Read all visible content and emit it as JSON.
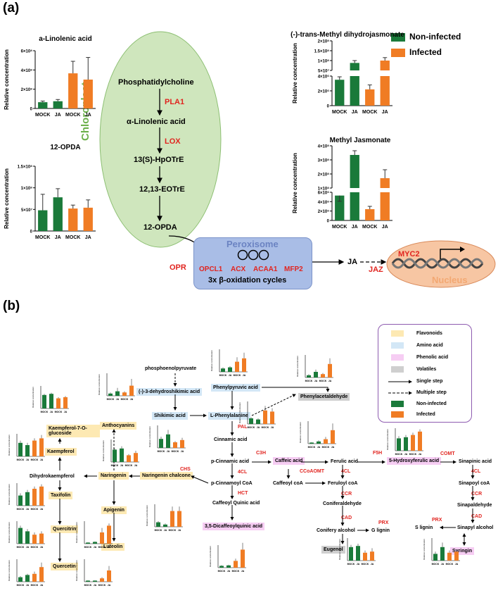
{
  "panel_a_label": "(a)",
  "panel_b_label": "(b)",
  "colors": {
    "non_infected": "#1a7a3a",
    "infected": "#f07c24",
    "chloroplast_fill": "#cfe6bd",
    "peroxisome_fill": "#a9bde6",
    "nucleus_fill": "#f7c6a3",
    "enzyme_red": "#e1241f"
  },
  "legend_a": {
    "non_infected": "Non-infected",
    "infected": "Infected"
  },
  "chloroplast": {
    "label": "Chloroplast",
    "steps": [
      "Phosphatidylcholine",
      "α-Linolenic acid",
      "13(S)-HpOTrE",
      "12,13-EOTrE",
      "12-OPDA"
    ],
    "enzymes": [
      "PLA1",
      "LOX"
    ]
  },
  "peroxisome": {
    "label": "Peroxisome",
    "enzymes": [
      "OPCL1",
      "ACX",
      "ACAA1",
      "MFP2"
    ],
    "cycles": "3x β-oxidation cycles"
  },
  "opr": "OPR",
  "ja": "JA",
  "jaz": "JAZ",
  "nucleus": {
    "label": "Nucleus",
    "myc2": "MYC2"
  },
  "axis_label": "Relative concentration",
  "legend_b": {
    "flavonoids": "Flavonoids",
    "amino_acid": "Amino acid",
    "phenolic_acid": "Phenolic acid",
    "volatiles": "Volatiles",
    "single_step": "Single step",
    "multiple_step": "Multiple step",
    "non_infected": "Non-infected",
    "infected": "Infected"
  },
  "pathway_b": {
    "pep": "phosphoenolpyruvate",
    "dhs": "(-)-3-dehydroshikimic acid",
    "shikimic": "Shikimic acid",
    "phenylpyruvic": "Phenylpyruvic acid",
    "phenylalanine": "L-Phenylalanine",
    "phenylacetaldehyde": "Phenylacetaldehyde",
    "cinnamic": "Cinnamic acid",
    "pcinnamic": "p-Cinnamic acid",
    "pcinnamoyl": "p-Cinnamoyl CoA",
    "caffeoylquinic": "Caffeoyl Quinic acid",
    "dicaffeoyl": "3,5-Dicaffeoylquinic acid",
    "caffeic": "Caffeic acid",
    "caffeoylcoa": "Caffeoyl coA",
    "ferulic": "Ferulic acid",
    "feruloyl": "Feruloyl coA",
    "coniferaldehyde": "Coniferaldehyde",
    "conifery_alcohol": "Conifery alcohol",
    "g_lignin": "G lignin",
    "eugenol": "Eugenol",
    "hydroxyferulic": "5-Hydroxyferulic acid",
    "sinapinic": "Sinapinic acid",
    "sinapoyl": "Sinapoyl coA",
    "sinapaldehyde": "Sinapaldehyde",
    "sinapyl": "Sinapyl alcohol",
    "s_lignin": "S lignin",
    "syringin": "Syringin",
    "anthocyanins": "Anthocyanins",
    "kaempferol7": "Kaempferol-7-O-glucoside",
    "kaempferol": "Kaempferol",
    "dihydrokaempferol": "Dihydrokaempferol",
    "naringenin": "Naringenin",
    "naringenin_chalcone": "Naringenin chalcone",
    "taxifolin": "Taxifolin",
    "quercitrin": "Quercitrin",
    "quercetin": "Quercetin",
    "apigenin": "Apigenin",
    "luteolin": "Luteolin"
  },
  "enzymes_b": {
    "pal": "PAL",
    "c3h": "C3H",
    "f5h": "F5H",
    "comt": "COMT",
    "fourcl_a": "4CL",
    "fourcl_b": "4CL",
    "fourcl_c": "4CL",
    "hct": "HCT",
    "ccoaomt": "CCoAOMT",
    "ccr_a": "CCR",
    "ccr_b": "CCR",
    "cad_a": "CAD",
    "cad_b": "CAD",
    "prx_a": "PRX",
    "prx_b": "PRX",
    "chs": "CHS"
  },
  "chart_data": [
    {
      "type": "bar",
      "title": "a-Linolenic acid",
      "ylabel": "Relative concentration",
      "categories": [
        "MOCK",
        "JA",
        "MOCK",
        "JA"
      ],
      "values": [
        65000000.0,
        75000000.0,
        365000000.0,
        300000000.0
      ],
      "errors": [
        12000000.0,
        18000000.0,
        125000000.0,
        230000000.0
      ],
      "colors": [
        "#1a7a3a",
        "#1a7a3a",
        "#f07c24",
        "#f07c24"
      ],
      "ylim": [
        0,
        600000000.0
      ],
      "ticks": [
        "0",
        "2×10⁸",
        "4×10⁸",
        "6×10⁸"
      ]
    },
    {
      "type": "bar",
      "title": "12-OPDA",
      "ylabel": "Relative concentration",
      "categories": [
        "MOCK",
        "JA",
        "MOCK",
        "JA"
      ],
      "values": [
        48000000.0,
        78000000.0,
        52000000.0,
        54000000.0
      ],
      "errors": [
        37000000.0,
        20000000.0,
        8000000.0,
        18000000.0
      ],
      "colors": [
        "#1a7a3a",
        "#1a7a3a",
        "#f07c24",
        "#f07c24"
      ],
      "ylim": [
        0,
        150000000.0
      ],
      "ticks": [
        "0",
        "5×10⁷",
        "1×10⁸",
        "1.5×10⁸"
      ]
    },
    {
      "type": "bar",
      "title": "(-)-trans-Methyl dihydrojasmonate",
      "ylabel": "Relative concentration",
      "categories": [
        "MOCK",
        "JA",
        "MOCK",
        "JA"
      ],
      "values": [
        3500000.0,
        88000000.0,
        2200000.0,
        100000000.0
      ],
      "errors": [
        400000.0,
        12000000.0,
        600000.0,
        15000000.0
      ],
      "colors": [
        "#1a7a3a",
        "#1a7a3a",
        "#f07c24",
        "#f07c24"
      ],
      "broken_axis": true,
      "ticks": [
        "0",
        "2×10⁶",
        "4×10⁶",
        "5×10⁷",
        "1×10⁸",
        "1.5×10⁸",
        "2×10⁸"
      ]
    },
    {
      "type": "bar",
      "title": "Methyl Jasmonate",
      "ylabel": "Relative concentration",
      "categories": [
        "MOCK",
        "JA",
        "MOCK",
        "JA"
      ],
      "values": [
        5300000.0,
        335000000.0,
        2400000.0,
        170000000.0
      ],
      "errors": [
        800000.0,
        30000000.0,
        600000.0,
        60000000.0
      ],
      "colors": [
        "#1a7a3a",
        "#1a7a3a",
        "#f07c24",
        "#f07c24"
      ],
      "broken_axis": true,
      "ticks": [
        "0",
        "2×10⁶",
        "4×10⁶",
        "6×10⁶",
        "1×10⁸",
        "2×10⁸",
        "3×10⁸",
        "4×10⁸"
      ]
    }
  ],
  "mini_chart_labels": [
    "MOCK",
    "JA",
    "MOCK",
    "JA"
  ]
}
